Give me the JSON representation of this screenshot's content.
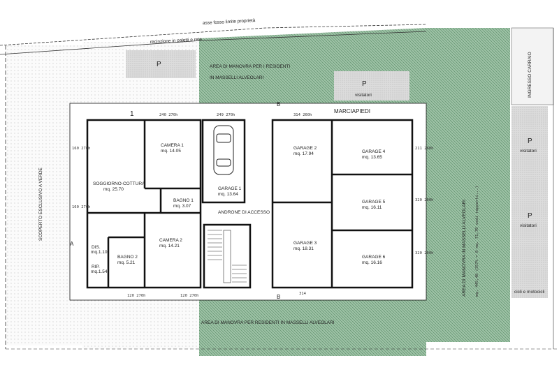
{
  "colors": {
    "green_hatch": "#7fa88a",
    "green_light": "#b7d4bd",
    "gray_area": "#d8d8d8",
    "wall": "#111111",
    "background": "#ffffff"
  },
  "top": {
    "boundary_ditch": "asse fosso limite proprietà",
    "fence": "recinzione in paletti e rete"
  },
  "maneuver_top": {
    "line1": "AREA DI MANOVRA PER I RESIDENTI",
    "line2": "IN MASSELLI ALVEOLARI"
  },
  "maneuver_bottom": "AREA DI MANOVRA PER RESIDENTI IN MASSELLI ALVEOLARI",
  "maneuver_right": "AREA DI MANOVRA IN MASSELLI ALVEOLARI",
  "maneuver_right_note": "mq. 445,40 (357% = 8 mq. 71,70 vedi rapporti...)",
  "green_left": "SCOPERTO ESCLUSIVO A VERDE",
  "entrance_road": "INGRESSO CARRAIO",
  "parking": {
    "p": "P",
    "visitors": "visitatori",
    "bikes": "cicli e motocicli"
  },
  "sidewalk": "MARCIAPIEDI",
  "unit_number": "1",
  "section_marks": {
    "a": "A",
    "b": "B"
  },
  "rooms": {
    "soggiorno": {
      "name": "SOGGIORNO-COTTURA",
      "area": "mq. 25.70"
    },
    "camera1": {
      "name": "CAMERA 1",
      "area": "mq. 14.05"
    },
    "bagno1": {
      "name": "BAGNO 1",
      "area": "mq. 3.07"
    },
    "camera2": {
      "name": "CAMERA 2",
      "area": "mq. 14.21"
    },
    "bagno2": {
      "name": "BAGNO 2",
      "area": "mq. 5.21"
    },
    "dis": {
      "name": "DIS.",
      "area": "mq.1.10"
    },
    "rip": {
      "name": "RIP.",
      "area": "mq.1.54"
    },
    "androne": {
      "name": "ANDRONE DI ACCESSO"
    }
  },
  "garages": {
    "g1": {
      "name": "GARAGE 1",
      "area": "mq. 13.64"
    },
    "g2": {
      "name": "GARAGE 2",
      "area": "mq. 17.94"
    },
    "g3": {
      "name": "GARAGE 3",
      "area": "mq. 18.31"
    },
    "g4": {
      "name": "GARAGE 4",
      "area": "mq. 13.65"
    },
    "g5": {
      "name": "GARAGE 5",
      "area": "mq. 16.11"
    },
    "g6": {
      "name": "GARAGE 6",
      "area": "mq. 16.16"
    }
  },
  "dims": {
    "d1": "160 270h",
    "d2": "160 270h",
    "d3": "240 270h",
    "d4": "120 270h",
    "d5": "120 270h",
    "d6": "249 270h",
    "d7": "314 260h",
    "d8": "211 260h",
    "d9": "320 260h",
    "d10": "320 260h",
    "d11": "314"
  }
}
